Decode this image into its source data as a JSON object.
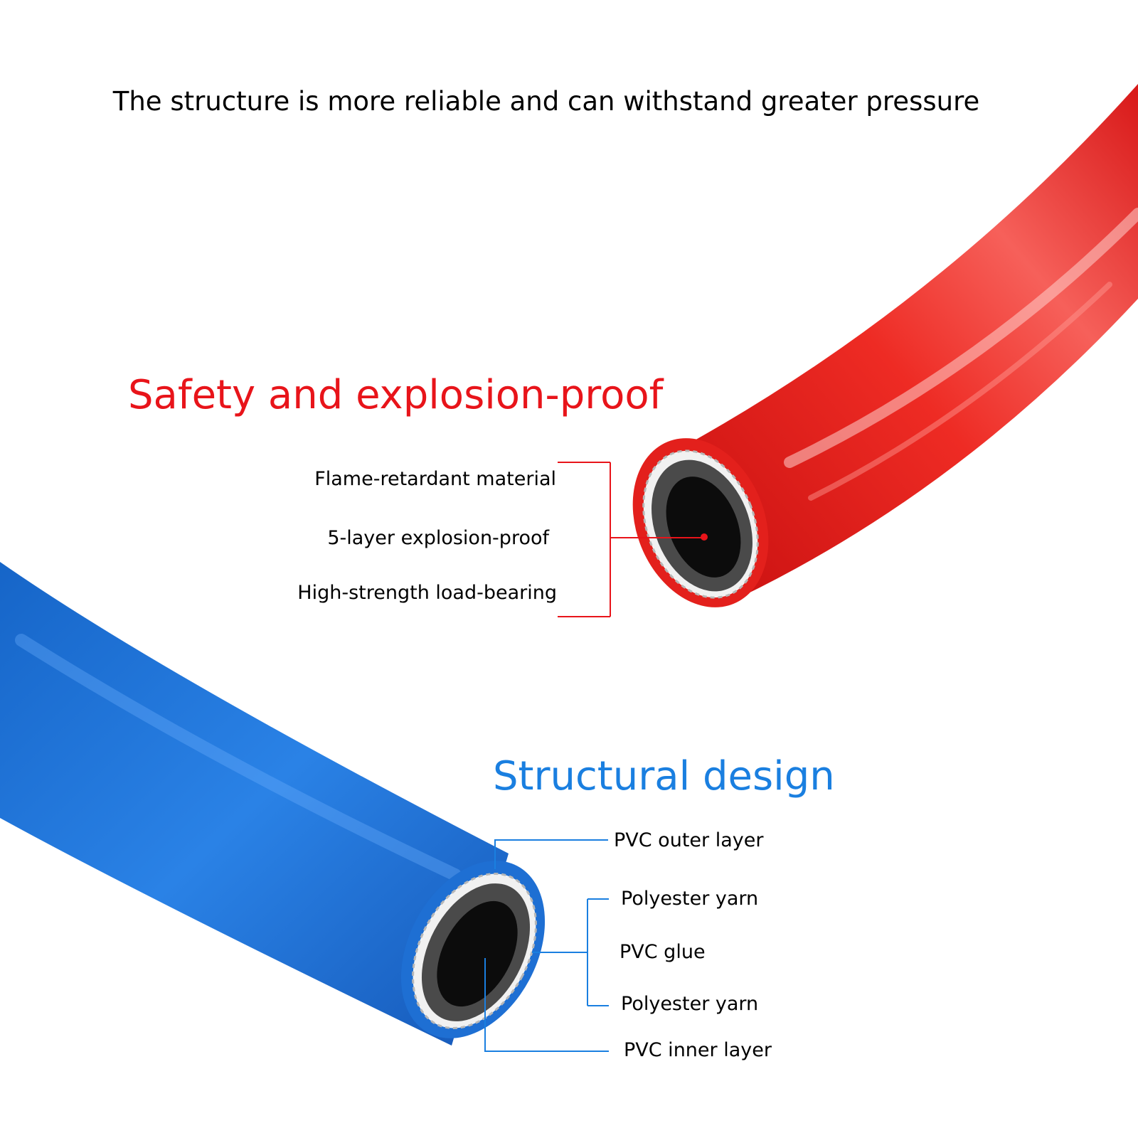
{
  "headline": "The structure is more reliable and can withstand greater pressure",
  "red_section": {
    "title": "Safety and explosion-proof",
    "color": "#e8141a",
    "labels": [
      "Flame-retardant material",
      "5-layer explosion-proof",
      "High-strength load-bearing"
    ]
  },
  "blue_section": {
    "title": "Structural design",
    "color": "#1a7fe0",
    "labels": [
      "PVC outer layer",
      "Polyester yarn",
      "PVC glue",
      "Polyester yarn",
      "PVC inner layer"
    ]
  },
  "colors": {
    "red_hose": "#e3201c",
    "blue_hose": "#1e6fd3",
    "hose_core": "#0c0c0c",
    "rubber_ring": "#4a4a4a",
    "braid": "#f1f1f1"
  }
}
